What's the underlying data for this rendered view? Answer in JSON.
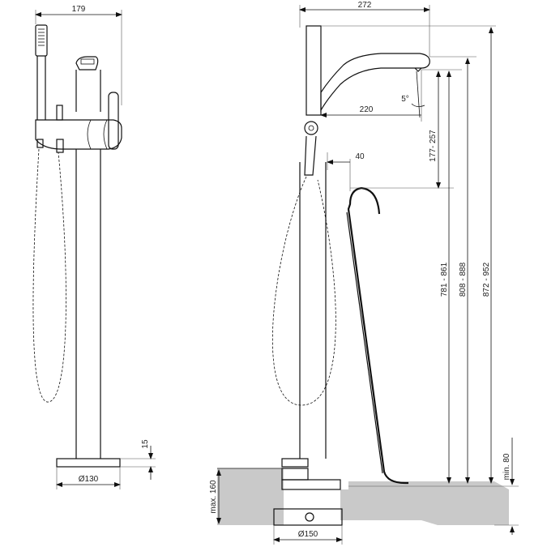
{
  "colors": {
    "line": "#111111",
    "ground_fill": "#c9c9c9",
    "background": "#ffffff"
  },
  "dimensions": {
    "left_width": "179",
    "left_base_height": "15",
    "left_base_diameter": "Ø130",
    "right_width": "272",
    "spout_reach": "220",
    "spout_angle": "5°",
    "spout_drop": "177- 257",
    "hose_offset": "40",
    "height_outlet": "781 - 861",
    "height_spout_top": "808 - 888",
    "height_total": "872 - 952",
    "min_depth": "min. 80",
    "max_depth": "max. 160",
    "right_base_diameter": "Ø150"
  }
}
